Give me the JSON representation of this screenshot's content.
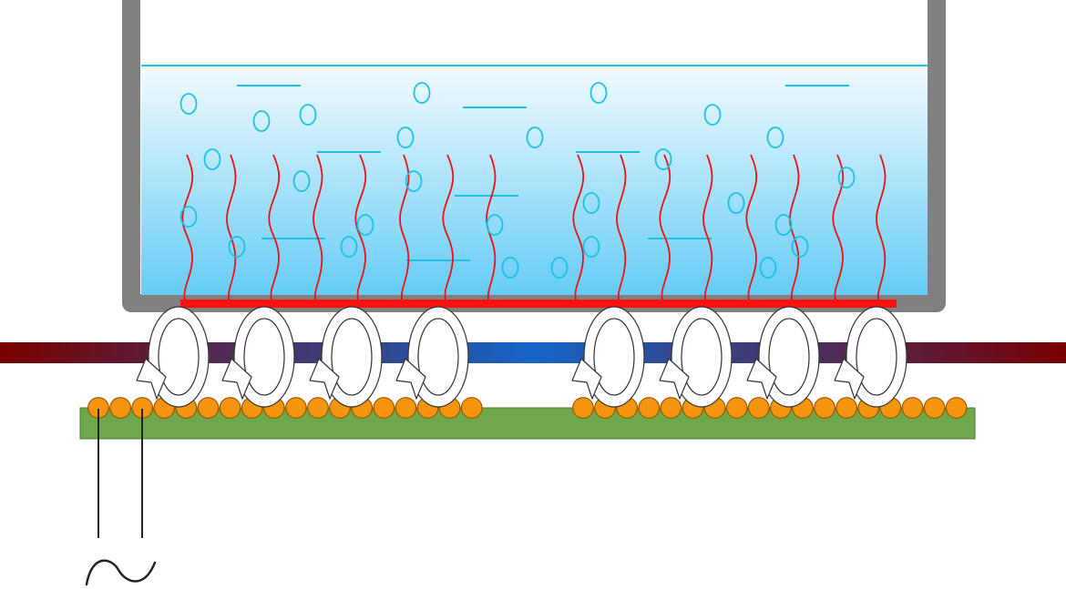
{
  "diagram": {
    "type": "induction-heating-schematic",
    "labels": [],
    "colors": {
      "vessel_wall": "#808080",
      "liquid_top": "#f4fbff",
      "liquid_bottom": "#66ccf6",
      "water_line": "#1ec0e6",
      "bubble": "#19c3e6",
      "heat_wave": "#ee1111",
      "hot_plate": "#ff1010",
      "bar_end": "#7a0000",
      "bar_mid": "#1565c8",
      "coil_bead": "#f5940f",
      "coil_bead_outline": "#9a5500",
      "board": "#6fa84a",
      "wire": "#222222"
    },
    "components": {
      "vessel": "vessel-wall",
      "liquid": "liquid",
      "heated_plate": "hot-plate",
      "core_bar": "core-bar",
      "coil_row_count": 2,
      "eddy_current_loop_count": 8,
      "ac_source": "sine-wave-icon"
    }
  }
}
